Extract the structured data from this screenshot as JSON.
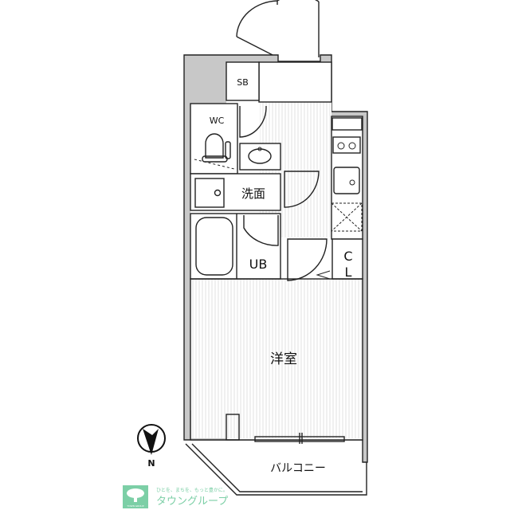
{
  "floorplan": {
    "rooms": {
      "sb": "SB",
      "wc": "WC",
      "washroom": "洗面",
      "bath": "UB",
      "closet_c": "C",
      "closet_l": "L",
      "western_room": "洋室",
      "balcony": "バルコニー"
    },
    "compass": {
      "label": "N"
    },
    "colors": {
      "wall": "#c8c8c8",
      "line": "#222222",
      "brand": "#7ccfa6"
    }
  },
  "logo": {
    "tagline": "ひとを、まちを、もっと豊かに。",
    "name": "タウングループ",
    "mark_text": "TOWN GROUP"
  }
}
